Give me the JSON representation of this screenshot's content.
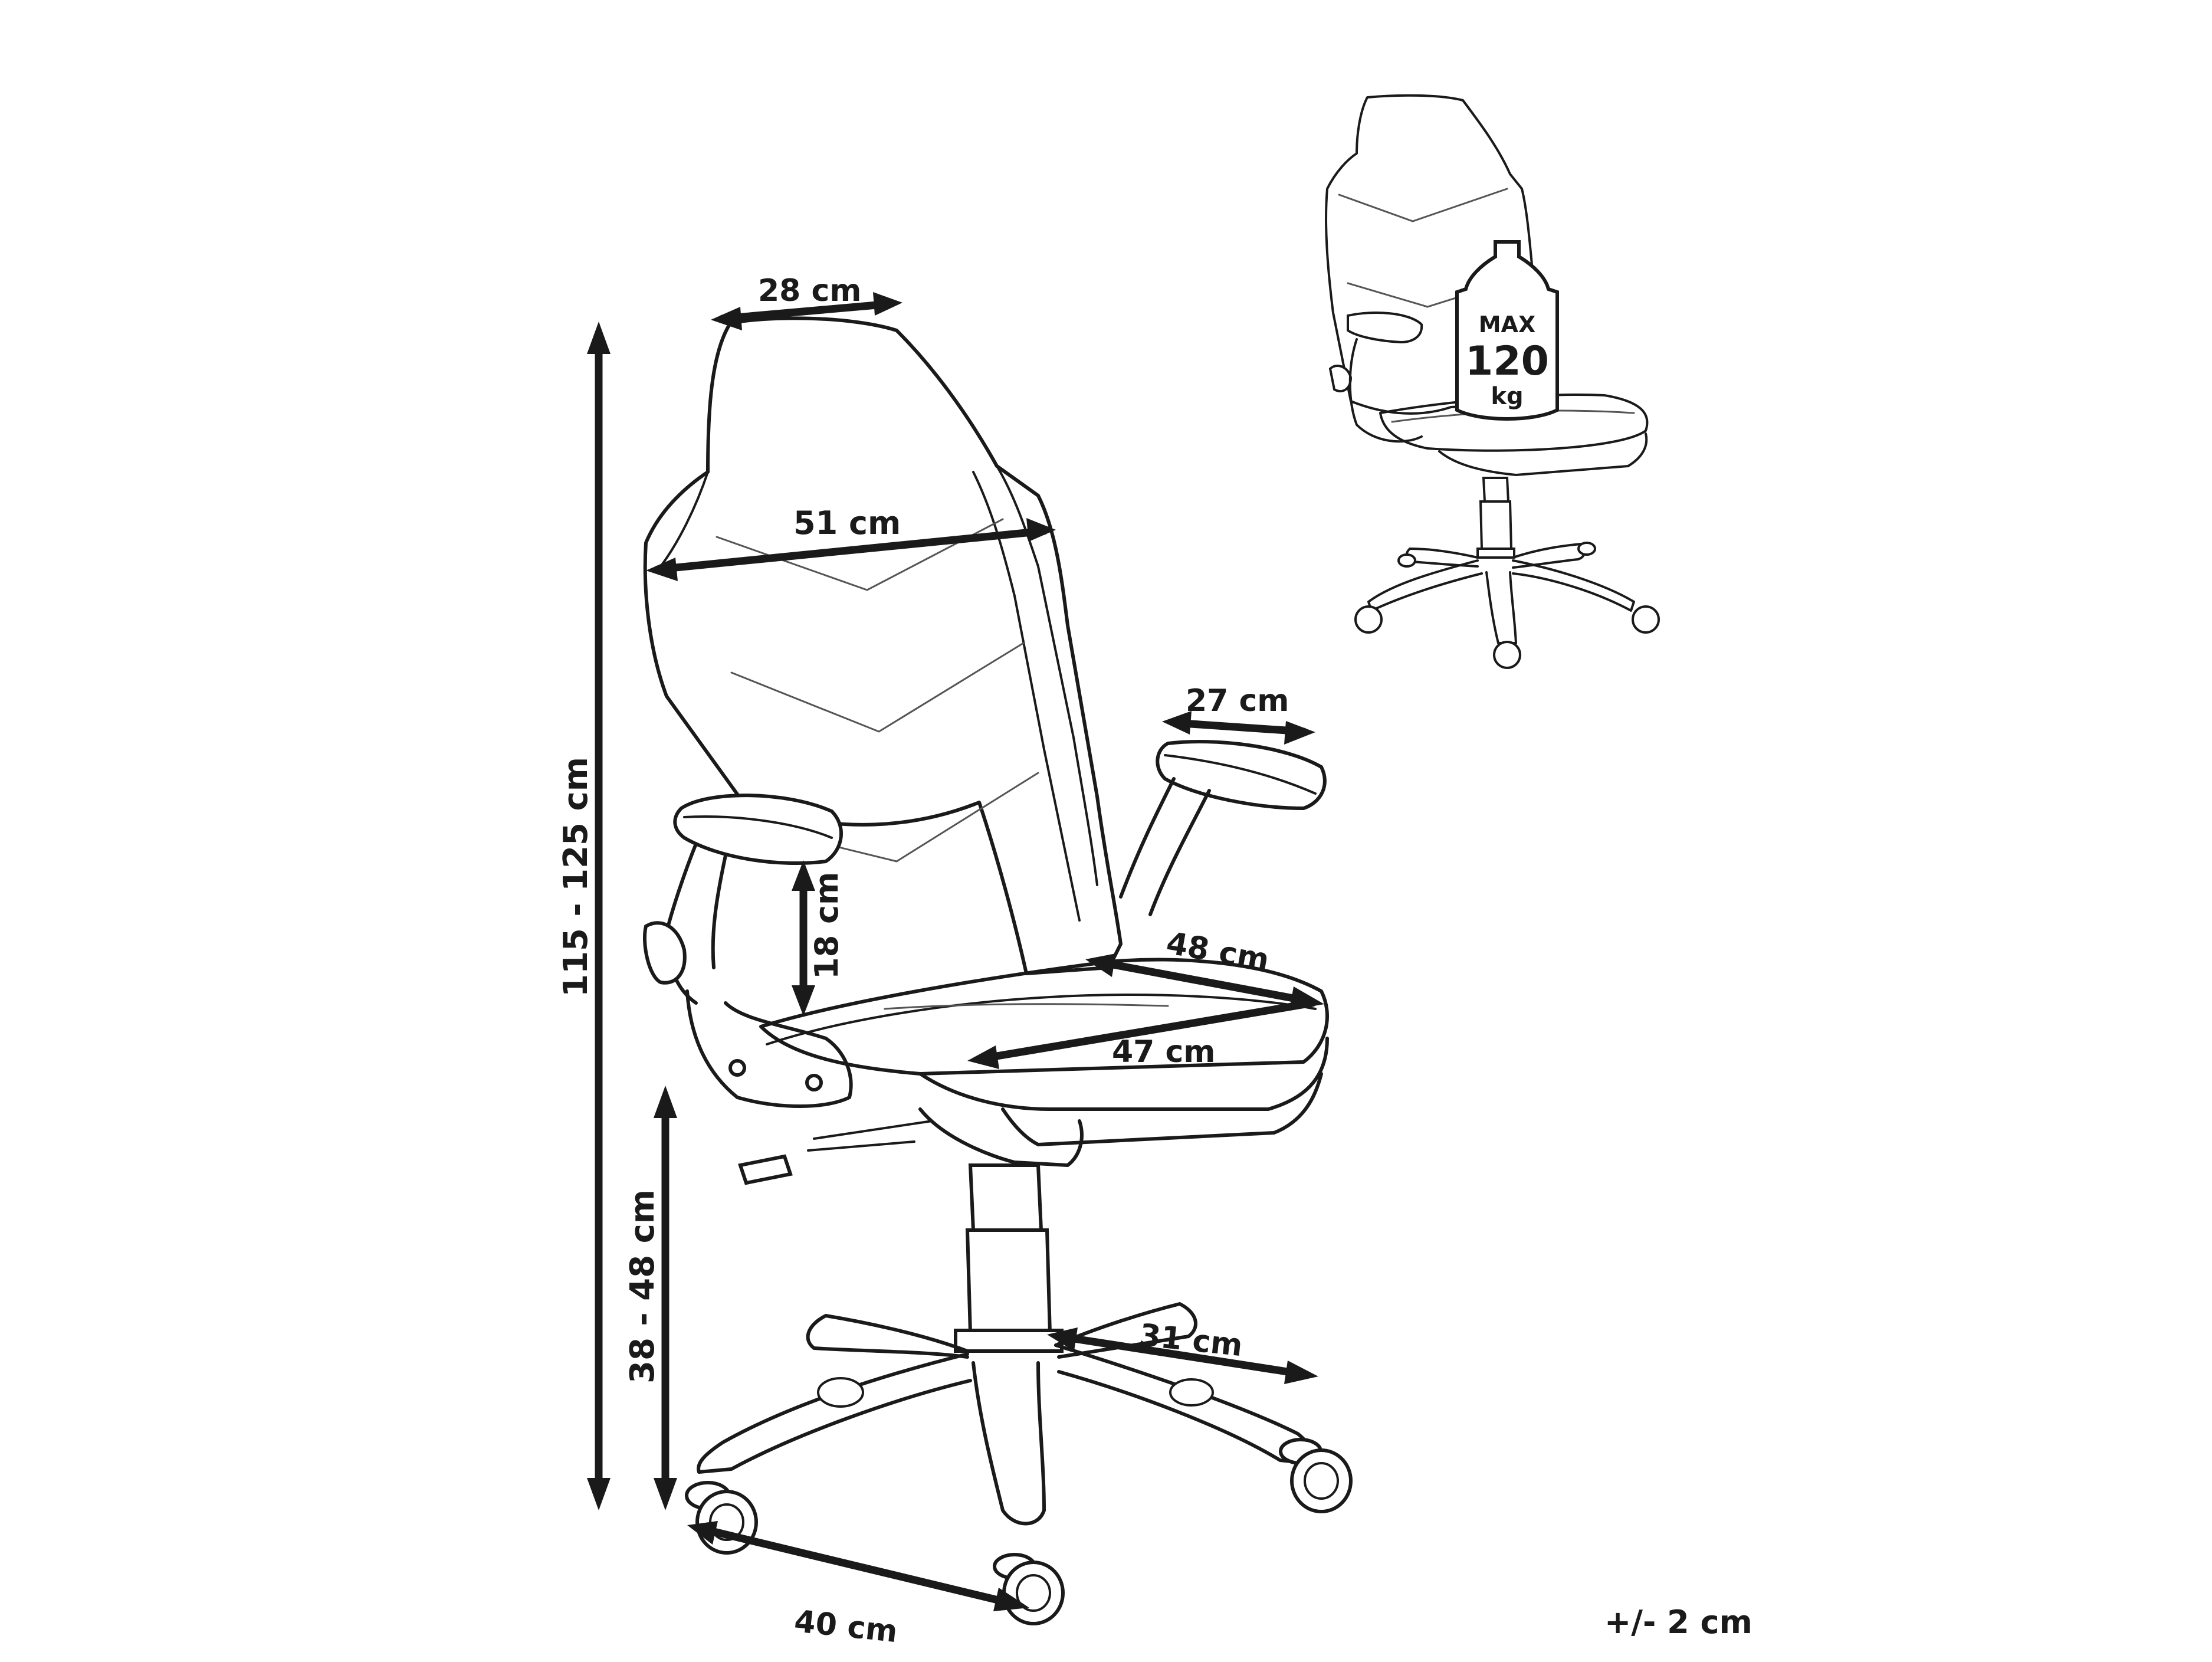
{
  "dimensions": {
    "headrest_width": "28 cm",
    "backrest_width": "51 cm",
    "armrest_length": "27 cm",
    "armrest_height": "18 cm",
    "seat_depth": "48 cm",
    "seat_width": "47 cm",
    "total_height": "115 - 125 cm",
    "seat_height": "38 - 48 cm",
    "base_leg": "31 cm",
    "base_width": "40 cm"
  },
  "max_load": {
    "label": "MAX",
    "value": "120",
    "unit": "kg"
  },
  "tolerance": "+/- 2 cm"
}
